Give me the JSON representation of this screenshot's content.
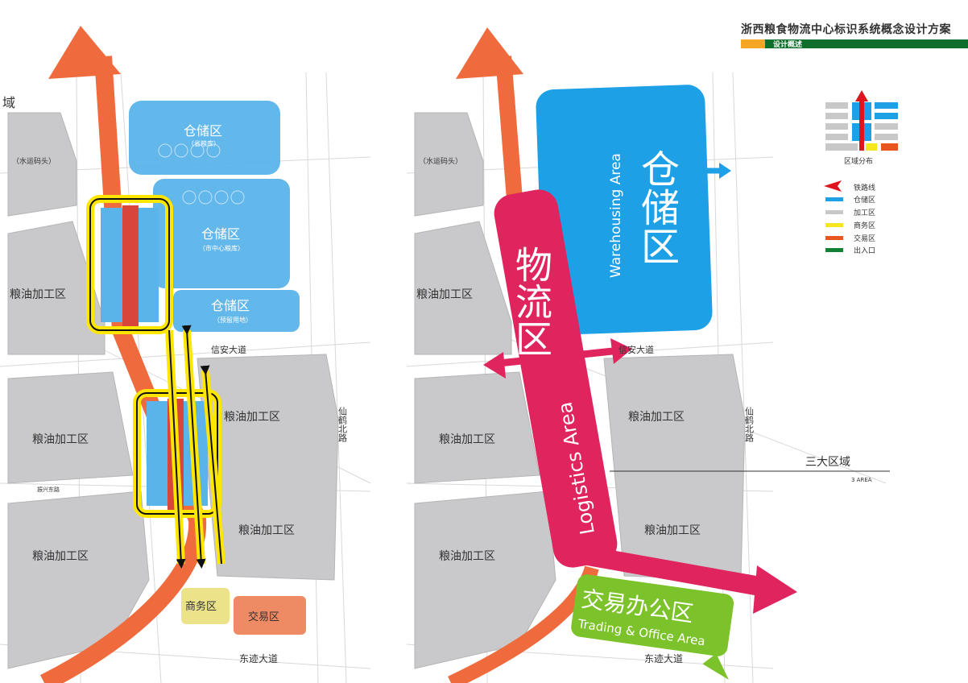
{
  "header": {
    "title": "浙西粮食物流中心标识系统概念设计方案",
    "section": "设计概述"
  },
  "left_plan": {
    "edge_label": "域",
    "zones": {
      "dock": "（水运码头）",
      "processing": "粮油加工区",
      "storage": "仓储区",
      "storage_sub1": "（省粮库）",
      "storage_sub2": "（市中心粮库）",
      "storage_sub3": "（预留用地）",
      "business": "商务区",
      "trading": "交易区"
    },
    "roads": {
      "xinan": "信安大道",
      "dongji": "东迹大道",
      "xianhe": "仙鹤北路",
      "zhenxing": "振兴东路"
    }
  },
  "right_plan": {
    "logistics_cn": "物流区",
    "logistics_en": "Logistics Area",
    "warehousing_cn": "仓储区",
    "warehousing_en": "Warehousing Area",
    "trading_cn": "交易办公区",
    "trading_en": "Trading & Office Area",
    "annotation_cn": "三大区域",
    "annotation_en": "3 AREA"
  },
  "legend": {
    "diagram_caption": "区域分布",
    "items": [
      {
        "label": "铁路线",
        "color": "#e0141e"
      },
      {
        "label": "仓储区",
        "color": "#1ea0e6"
      },
      {
        "label": "加工区",
        "color": "#c8c8c8"
      },
      {
        "label": "商务区",
        "color": "#f5e61e"
      },
      {
        "label": "交易区",
        "color": "#e8551e"
      },
      {
        "label": "出入口",
        "color": "#128232"
      }
    ]
  },
  "colors": {
    "rail": "#ef6a3c",
    "storage": "#5ab4ea",
    "processing": "#c9c9cb",
    "logistics": "#e0245e",
    "trading": "#7cc22a",
    "loop": "#ffe600"
  }
}
